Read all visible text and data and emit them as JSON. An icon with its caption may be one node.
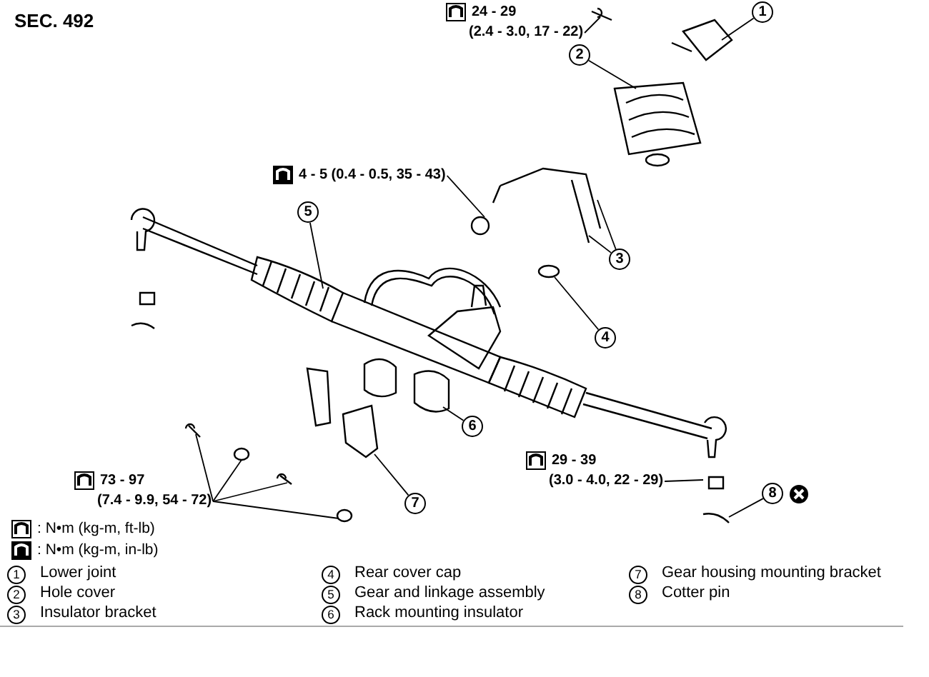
{
  "diagram": {
    "nodes": [
      {
        "text": [
          "1"
        ]
      },
      {
        "text": [
          "2"
        ]
      },
      {
        "text": [
          "3"
        ]
      },
      {
        "text": [
          "4"
        ]
      },
      {
        "text": [
          "5"
        ]
      },
      {
        "text": [
          "6"
        ]
      },
      {
        "text": [
          "7"
        ]
      },
      {
        "text": [
          "8"
        ]
      },
      {
        "text": [
          "24 - 29",
          "(2.4 - 3.0, 17 - 22)"
        ]
      },
      {
        "text": [
          "4 - 5 (0.4 - 0.5, 35 - 43)"
        ]
      },
      {
        "text": [
          "73 - 97",
          "(7.4 - 9.9, 54 - 72)"
        ]
      },
      {
        "text": [
          "29 - 39",
          "(3.0 - 4.0, 22 - 29)"
        ]
      }
    ],
    "edges": [
      {
        "from": 0,
        "to": null,
        "arrow": "none"
      },
      {
        "from": 1,
        "to": null,
        "arrow": "none"
      },
      {
        "from": 2,
        "to": null,
        "arrow": "none"
      },
      {
        "from": 2,
        "to": null,
        "arrow": "none"
      },
      {
        "from": 3,
        "to": null,
        "arrow": "none"
      },
      {
        "from": 4,
        "to": null,
        "arrow": "none"
      },
      {
        "from": 5,
        "to": null,
        "arrow": "none"
      },
      {
        "from": 6,
        "to": null,
        "arrow": "none"
      },
      {
        "from": 7,
        "to": null,
        "arrow": "none"
      },
      {
        "from": 8,
        "to": null,
        "arrow": "none"
      },
      {
        "from": 9,
        "to": null,
        "arrow": "none"
      },
      {
        "from": 10,
        "to": null,
        "arrow": "none"
      },
      {
        "from": 10,
        "to": null,
        "arrow": "none"
      },
      {
        "from": 10,
        "to": null,
        "arrow": "none"
      },
      {
        "from": 10,
        "to": null,
        "arrow": "none"
      },
      {
        "from": 11,
        "to": null,
        "arrow": "none"
      }
    ],
    "labels": [
      "SEC. 492",
      ": N•m (kg-m, ft-lb)",
      ": N•m (kg-m, in-lb)",
      "1",
      "Lower joint",
      "4",
      "Rear cover cap",
      "7",
      "Gear housing mounting bracket",
      "2",
      "Hole cover",
      "5",
      "Gear and linkage assembly",
      "8",
      "Cotter pin",
      "3",
      "Insulator bracket",
      "6",
      "Rack mounting insulator"
    ]
  }
}
